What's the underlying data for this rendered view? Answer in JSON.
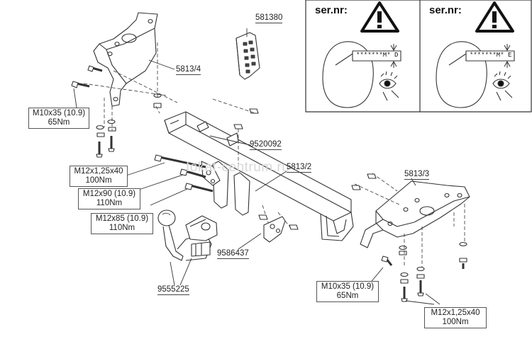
{
  "parts": {
    "bracket_left": "5813/4",
    "bracket_right": "5813/3",
    "crossbar": "5813/2",
    "electrical_kit": "581380",
    "beam": "9520092",
    "socket_plate": "9586437",
    "towball": "9555225"
  },
  "bolts": {
    "m10_left": {
      "size": "M10x35 (10.9)",
      "torque": "65Nm"
    },
    "m12_125_left": {
      "size": "M12x1,25x40",
      "torque": "100Nm"
    },
    "m12_90": {
      "size": "M12x90 (10.9)",
      "torque": "110Nm"
    },
    "m12_85": {
      "size": "M12x85 (10.9)",
      "torque": "110Nm"
    },
    "m10_right": {
      "size": "M10x35 (10.9)",
      "torque": "65Nm"
    },
    "m12_125_right": {
      "size": "M12x1,25x40",
      "torque": "100Nm"
    }
  },
  "serial_panels": [
    {
      "title": "ser.nr:",
      "code": "*******M* D"
    },
    {
      "title": "ser.nr:",
      "code": "*******M* E"
    }
  ],
  "watermark": "fokat-centrum.ru"
}
